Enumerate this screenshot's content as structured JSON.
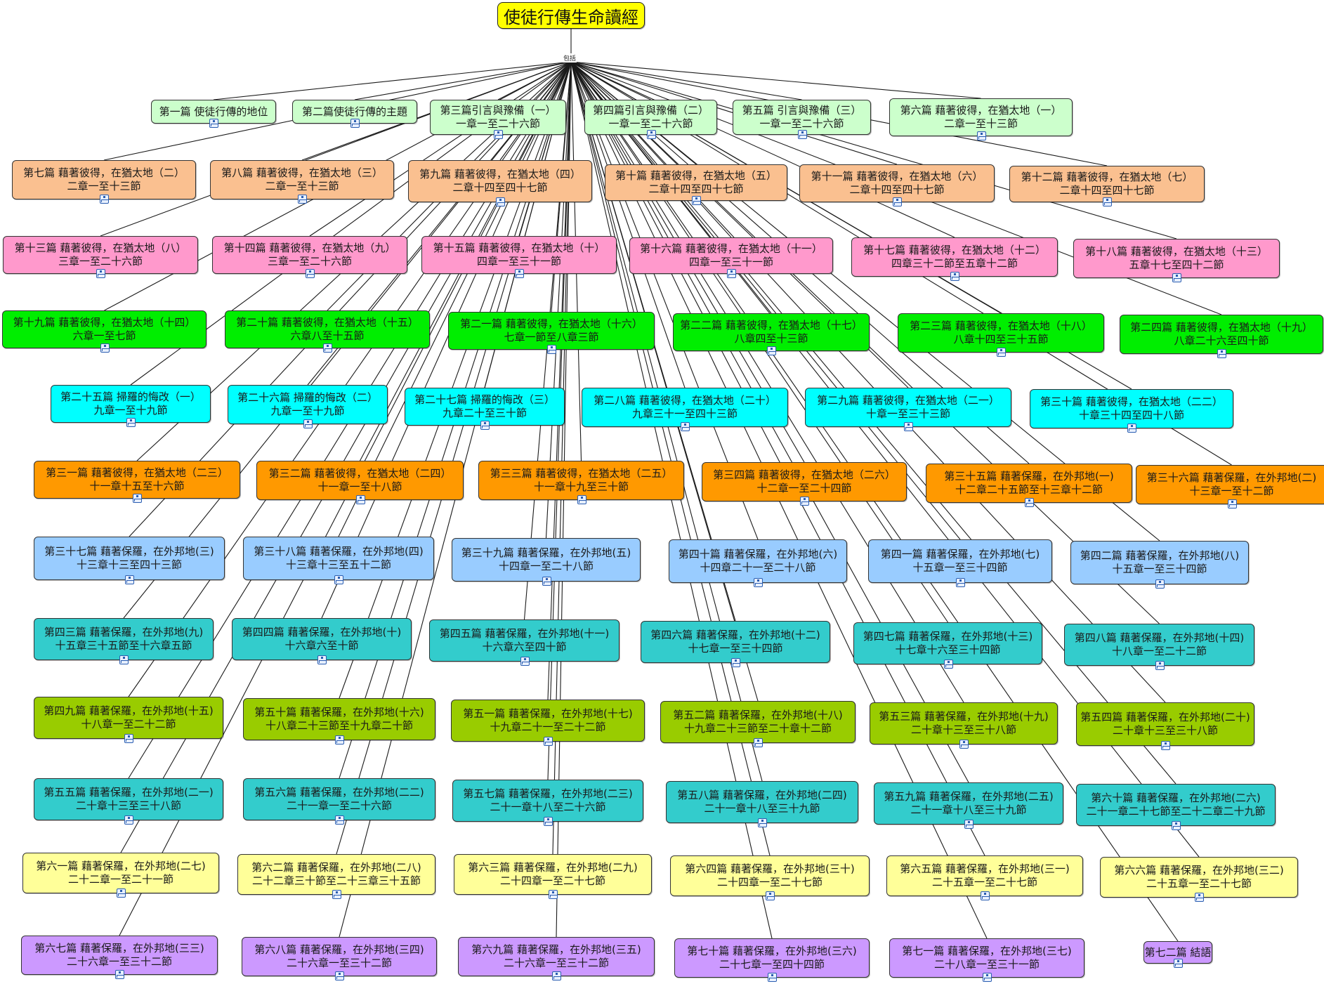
{
  "title": "使徒行傳生命讀經",
  "hub_label": "包括",
  "icon": "sub-map-icon",
  "colors": {
    "root": "#ffff00",
    "r0": "#ccffcc",
    "r1": "#fac090",
    "r2": "#ff99cc",
    "r3": "#00ee00",
    "r4": "#00ffff",
    "r5": "#ff9900",
    "r6": "#99ccff",
    "r7": "#33cccc",
    "r8": "#99cc00",
    "r9": "#33cccc",
    "r10": "#ffff99",
    "r11": "#cc99ff"
  },
  "chapters": [
    {
      "l1": "第一篇 使徒行傳的地位",
      "l2": ""
    },
    {
      "l1": "第二篇使徒行傳的主題",
      "l2": ""
    },
    {
      "l1": "第三篇引言與豫備（一）",
      "l2": "一章一至二十六節"
    },
    {
      "l1": "第四篇引言與豫備（二）",
      "l2": "一章一至二十六節"
    },
    {
      "l1": "第五篇 引言與豫備（三）",
      "l2": "一章一至二十六節"
    },
    {
      "l1": "第六篇 藉著彼得，在猶太地（一）",
      "l2": "二章一至十三節"
    },
    {
      "l1": "第七篇 藉著彼得，在猶太地（二）",
      "l2": "二章一至十三節"
    },
    {
      "l1": "第八篇 藉著彼得，在猶太地（三）",
      "l2": "二章一至十三節"
    },
    {
      "l1": "第九篇 藉著彼得，在猶太地（四）",
      "l2": "二章十四至四十七節"
    },
    {
      "l1": "第十篇 藉著彼得，在猶太地（五）",
      "l2": "二章十四至四十七節"
    },
    {
      "l1": "第十一篇 藉著彼得，在猶太地（六）",
      "l2": "二章十四至四十七節"
    },
    {
      "l1": "第十二篇 藉著彼得，在猶太地（七）",
      "l2": "二章十四至四十七節"
    },
    {
      "l1": "第十三篇 藉著彼得，在猶太地（八）",
      "l2": "三章一至二十六節"
    },
    {
      "l1": "第十四篇 藉著彼得，在猶太地（九）",
      "l2": "三章一至二十六節"
    },
    {
      "l1": "第十五篇 藉著彼得，在猶太地（十）",
      "l2": "四章一至三十一節"
    },
    {
      "l1": "第十六篇 藉著彼得，在猶太地（十一）",
      "l2": "四章一至三十一節"
    },
    {
      "l1": "第十七篇 藉著彼得，在猶太地（十二）",
      "l2": "四章三十二節至五章十二節"
    },
    {
      "l1": "第十八篇 藉著彼得，在猶太地（十三）",
      "l2": "五章十七至四十二節"
    },
    {
      "l1": "第十九篇 藉著彼得，在猶太地（十四）",
      "l2": "六章一至七節"
    },
    {
      "l1": "第二十篇 藉著彼得，在猶太地（十五）",
      "l2": "六章八至十五節"
    },
    {
      "l1": "第二一篇 藉著彼得，在猶太地（十六）",
      "l2": "七章一節至八章三節"
    },
    {
      "l1": "第二二篇 藉著彼得，在猶太地（十七）",
      "l2": "八章四至十三節"
    },
    {
      "l1": "第二三篇 藉著彼得，在猶太地（十八）",
      "l2": "八章十四至三十五節"
    },
    {
      "l1": "第二四篇 藉著彼得，在猶太地（十九）",
      "l2": "八章二十六至四十節"
    },
    {
      "l1": "第二十五篇 掃羅的悔改（一）",
      "l2": "九章一至十九節"
    },
    {
      "l1": "第二十六篇 掃羅的悔改（二）",
      "l2": "九章一至十九節"
    },
    {
      "l1": "第二十七篇 掃羅的悔改（三）",
      "l2": "九章二十至三十節"
    },
    {
      "l1": "第二八篇 藉著彼得，在猶太地（二十）",
      "l2": "九章三十一至四十三節"
    },
    {
      "l1": "第二九篇 藉著彼得，在猶太地（二一）",
      "l2": "十章一至三十三節"
    },
    {
      "l1": "第三十篇 藉著彼得，在猶太地（二二）",
      "l2": "十章三十四至四十八節"
    },
    {
      "l1": "第三一篇 藉著彼得，在猶太地（二三）",
      "l2": "十一章十五至十六節"
    },
    {
      "l1": "第三二篇 藉著彼得，在猶太地（二四）",
      "l2": "十一章一至十八節"
    },
    {
      "l1": "第三三篇 藉著彼得，在猶太地（二五）",
      "l2": "十一章十九至三十節"
    },
    {
      "l1": "第三四篇 藉著彼得，在猶太地（二六）",
      "l2": "十二章一至二十四節"
    },
    {
      "l1": "第三十五篇 藉著保羅，在外邦地(一)",
      "l2": "十二章二十五節至十三章十二節"
    },
    {
      "l1": "第三十六篇 藉著保羅，在外邦地(二)",
      "l2": "十三章一至十二節"
    },
    {
      "l1": "第三十七篇 藉著保羅，在外邦地(三)",
      "l2": "十三章十三至四十三節"
    },
    {
      "l1": "第三十八篇 藉著保羅，在外邦地(四)",
      "l2": "十三章十三至五十二節"
    },
    {
      "l1": "第三十九篇 藉著保羅，在外邦地(五)",
      "l2": "十四章一至二十八節"
    },
    {
      "l1": "第四十篇 藉著保羅，在外邦地(六)",
      "l2": "十四章二十一至二十八節"
    },
    {
      "l1": "第四一篇 藉著保羅，在外邦地(七)",
      "l2": "十五章一至三十四節"
    },
    {
      "l1": "第四二篇 藉著保羅，在外邦地(八)",
      "l2": "十五章一至三十四節"
    },
    {
      "l1": "第四三篇 藉著保羅，在外邦地(九)",
      "l2": "十五章三十五節至十六章五節"
    },
    {
      "l1": "第四四篇 藉著保羅，在外邦地(十)",
      "l2": "十六章六至十節"
    },
    {
      "l1": "第四五篇 藉著保羅，在外邦地(十一)",
      "l2": "十六章六至四十節"
    },
    {
      "l1": "第四六篇 藉著保羅，在外邦地(十二)",
      "l2": "十七章一至三十四節"
    },
    {
      "l1": "第四七篇 藉著保羅，在外邦地(十三)",
      "l2": "十七章十六至三十四節"
    },
    {
      "l1": "第四八篇 藉著保羅，在外邦地(十四)",
      "l2": "十八章一至二十二節"
    },
    {
      "l1": "第四九篇 藉著保羅，在外邦地(十五)",
      "l2": "十八章一至二十二節"
    },
    {
      "l1": "第五十篇 藉著保羅，在外邦地(十六)",
      "l2": "十八章二十三節至十九章二十節"
    },
    {
      "l1": "第五一篇 藉著保羅，在外邦地(十七)",
      "l2": "十九章二十一至二十二節"
    },
    {
      "l1": "第五二篇 藉著保羅，在外邦地(十八)",
      "l2": "十九章二十三節至二十章十二節"
    },
    {
      "l1": "第五三篇 藉著保羅，在外邦地(十九)",
      "l2": "二十章十三至三十八節"
    },
    {
      "l1": "第五四篇 藉著保羅，在外邦地(二十)",
      "l2": "二十章十三至三十八節"
    },
    {
      "l1": "第五五篇 藉著保羅，在外邦地(二一)",
      "l2": "二十章十三至三十八節"
    },
    {
      "l1": "第五六篇 藉著保羅，在外邦地(二二)",
      "l2": "二十一章一至二十六節"
    },
    {
      "l1": "第五七篇 藉著保羅，在外邦地(二三)",
      "l2": "二十一章十八至二十六節"
    },
    {
      "l1": "第五八篇 藉著保羅，在外邦地(二四)",
      "l2": "二十一章十八至三十九節"
    },
    {
      "l1": "第五九篇 藉著保羅，在外邦地(二五)",
      "l2": "二十一章十八至三十九節"
    },
    {
      "l1": "第六十篇 藉著保羅，在外邦地(二六)",
      "l2": "二十一章二十七節至二十二章二十九節"
    },
    {
      "l1": "第六一篇 藉著保羅，在外邦地(二七)",
      "l2": "二十二章一至二十一節"
    },
    {
      "l1": "第六二篇 藉著保羅，在外邦地(二八)",
      "l2": "二十二章三十節至二十三章三十五節"
    },
    {
      "l1": "第六三篇 藉著保羅，在外邦地(二九)",
      "l2": "二十四章一至二十七節"
    },
    {
      "l1": "第六四篇 藉著保羅，在外邦地(三十)",
      "l2": "二十四章一至二十七節"
    },
    {
      "l1": "第六五篇 藉著保羅，在外邦地(三一)",
      "l2": "二十五章一至二十七節"
    },
    {
      "l1": "第六六篇 藉著保羅，在外邦地(三二)",
      "l2": "二十五章一至二十七節"
    },
    {
      "l1": "第六七篇 藉著保羅，在外邦地(三三)",
      "l2": "二十六章一至三十二節"
    },
    {
      "l1": "第六八篇 藉著保羅，在外邦地(三四)",
      "l2": "二十六章一至三十二節"
    },
    {
      "l1": "第六九篇 藉著保羅，在外邦地(三五)",
      "l2": "二十六章一至三十二節"
    },
    {
      "l1": "第七十篇 藉著保羅，在外邦地(三六)",
      "l2": "二十七章一至四十四節"
    },
    {
      "l1": "第七一篇 藉著保羅，在外邦地(三七)",
      "l2": "二十八章一至三十一節"
    },
    {
      "l1": "第七二篇 結語",
      "l2": ""
    }
  ]
}
